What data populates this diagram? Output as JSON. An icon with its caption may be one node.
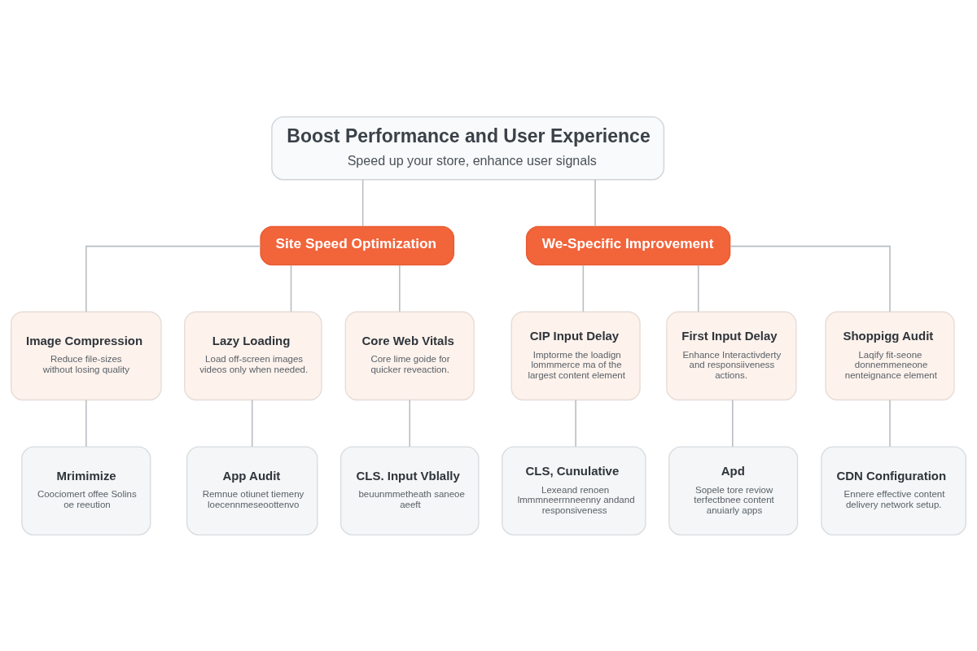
{
  "diagram": {
    "nodes": [
      {
        "text": [
          "Boost Performance and User Experience",
          "Speed up your store, enhance user signals"
        ]
      },
      {
        "text": [
          "Site Speed Optimization"
        ]
      },
      {
        "text": [
          "We-Specific Improvement"
        ]
      },
      {
        "text": [
          "Image Compression",
          "Reduce file-sizes without losing quality"
        ]
      },
      {
        "text": [
          "Lazy Loading",
          "Load off-screen images videos only when needed."
        ]
      },
      {
        "text": [
          "Core Web Vitals",
          "Core lime goide for quicker reveaction."
        ]
      },
      {
        "text": [
          "CIP Input Delay",
          "Imptorme the loadign lommmerce ma of the largest content element"
        ]
      },
      {
        "text": [
          "First Input Delay",
          "Enhance Interactivderty and responsiiveness actions."
        ]
      },
      {
        "text": [
          "Shoppigg Audit",
          "Laqify fit-seone donnemmeneone nenteignance element"
        ]
      },
      {
        "text": [
          "Mrimimize",
          "Coociomert offee Solins oe reeution"
        ]
      },
      {
        "text": [
          "App Audit",
          "Remnue otiunet tiemeny loecennmeseoottenvo"
        ]
      },
      {
        "text": [
          "CLS. Input Vblally",
          "beuunmmetheath saneoe aeeft"
        ]
      },
      {
        "text": [
          "CLS, Cunulative",
          "Lexeand renoen lmmmneerrnneenny andand responsiveness"
        ]
      },
      {
        "text": [
          "Apd",
          "Sopele tore reviow terfectbnee content anuiarly apps"
        ]
      },
      {
        "text": [
          "CDN Configuration",
          "Ennere effective content delivery network setup."
        ]
      }
    ],
    "edges": [
      {
        "from": 0,
        "to": 1,
        "arrow": "none"
      },
      {
        "from": 0,
        "to": 2,
        "arrow": "none"
      },
      {
        "from": 1,
        "to": 3,
        "arrow": "none"
      },
      {
        "from": 1,
        "to": 4,
        "arrow": "none"
      },
      {
        "from": 1,
        "to": 5,
        "arrow": "none"
      },
      {
        "from": 2,
        "to": 6,
        "arrow": "none"
      },
      {
        "from": 2,
        "to": 7,
        "arrow": "none"
      },
      {
        "from": 2,
        "to": 8,
        "arrow": "none"
      },
      {
        "from": 3,
        "to": 9,
        "arrow": "none"
      },
      {
        "from": 4,
        "to": 10,
        "arrow": "none"
      },
      {
        "from": 5,
        "to": 11,
        "arrow": "none"
      },
      {
        "from": 6,
        "to": 12,
        "arrow": "none"
      },
      {
        "from": 7,
        "to": 13,
        "arrow": "none"
      },
      {
        "from": 8,
        "to": 14,
        "arrow": "none"
      }
    ]
  }
}
